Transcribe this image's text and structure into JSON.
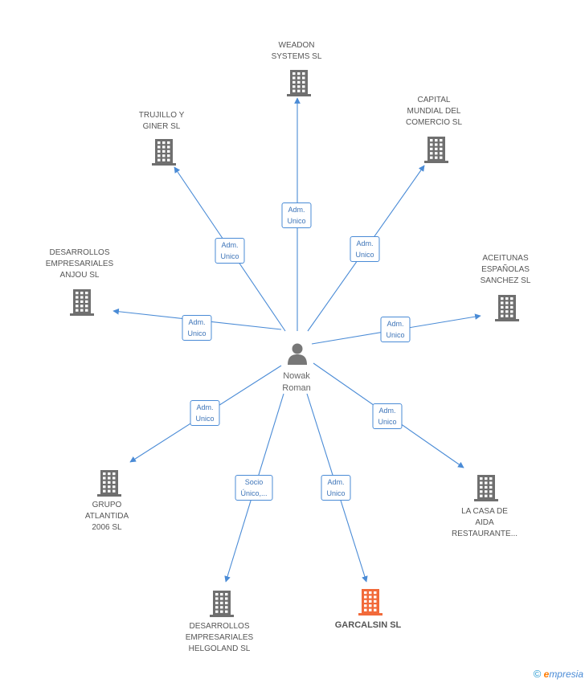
{
  "colors": {
    "edge": "#4a8bd6",
    "building": "#6f6f6f",
    "building_focus": "#f26a3a",
    "person": "#777777"
  },
  "center": {
    "name_lines": [
      "Nowak",
      "Roman"
    ]
  },
  "nodes": [
    {
      "id": "weadon",
      "label_lines": [
        "WEADON",
        "SYSTEMS SL"
      ],
      "focus": false
    },
    {
      "id": "trujillo",
      "label_lines": [
        "TRUJILLO Y",
        "GINER SL"
      ],
      "focus": false
    },
    {
      "id": "capital",
      "label_lines": [
        "CAPITAL",
        "MUNDIAL DEL",
        "COMERCIO SL"
      ],
      "focus": false
    },
    {
      "id": "desarrollos-anjou",
      "label_lines": [
        "DESARROLLOS",
        "EMPRESARIALES",
        "ANJOU SL"
      ],
      "focus": false
    },
    {
      "id": "aceitunas",
      "label_lines": [
        "ACEITUNAS",
        "ESPAÑOLAS",
        "SANCHEZ SL"
      ],
      "focus": false
    },
    {
      "id": "grupo-atlantida",
      "label_lines": [
        "GRUPO",
        "ATLANTIDA",
        "2006 SL"
      ],
      "focus": false
    },
    {
      "id": "la-casa-de-aida",
      "label_lines": [
        "LA CASA DE",
        "AIDA",
        "RESTAURANTE..."
      ],
      "focus": false
    },
    {
      "id": "desarrollos-helgoland",
      "label_lines": [
        "DESARROLLOS",
        "EMPRESARIALES",
        "HELGOLAND SL"
      ],
      "focus": false
    },
    {
      "id": "garcalsin",
      "label_lines": [
        "GARCALSIN SL"
      ],
      "focus": true
    }
  ],
  "edges": [
    {
      "to": "weadon",
      "label_lines": [
        "Adm.",
        "Unico"
      ]
    },
    {
      "to": "trujillo",
      "label_lines": [
        "Adm.",
        "Unico"
      ]
    },
    {
      "to": "capital",
      "label_lines": [
        "Adm.",
        "Unico"
      ]
    },
    {
      "to": "desarrollos-anjou",
      "label_lines": [
        "Adm.",
        "Unico"
      ]
    },
    {
      "to": "aceitunas",
      "label_lines": [
        "Adm.",
        "Unico"
      ]
    },
    {
      "to": "grupo-atlantida",
      "label_lines": [
        "Adm.",
        "Unico"
      ]
    },
    {
      "to": "la-casa-de-aida",
      "label_lines": [
        "Adm.",
        "Unico"
      ]
    },
    {
      "to": "desarrollos-helgoland",
      "label_lines": [
        "Socio",
        "Único,..."
      ]
    },
    {
      "to": "garcalsin",
      "label_lines": [
        "Adm.",
        "Unico"
      ]
    }
  ],
  "footer": {
    "copyright_symbol": "©",
    "brand_initial": "e",
    "brand_rest": "mpresia"
  }
}
